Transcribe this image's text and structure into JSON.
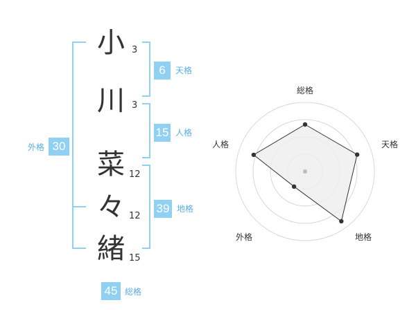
{
  "name": {
    "chars": [
      {
        "char": "小",
        "strokes": "3"
      },
      {
        "char": "川",
        "strokes": "3"
      },
      {
        "char": "菜",
        "strokes": "12"
      },
      {
        "char": "々",
        "strokes": "12"
      },
      {
        "char": "緒",
        "strokes": "15"
      }
    ]
  },
  "fortunes": {
    "tenkaku": {
      "value": "6",
      "label": "天格"
    },
    "jinkaku": {
      "value": "15",
      "label": "人格"
    },
    "chikaku": {
      "value": "39",
      "label": "地格"
    },
    "gaikaku": {
      "value": "30",
      "label": "外格"
    },
    "soukaku": {
      "value": "45",
      "label": "総格"
    }
  },
  "radar": {
    "axes": [
      "総格",
      "天格",
      "地格",
      "外格",
      "人格"
    ],
    "values": [
      0.68,
      0.79,
      0.89,
      0.27,
      0.78
    ],
    "colors": {
      "ring": "#d8d8d8",
      "fill": "#eeeeee",
      "line": "#333333",
      "dot": "#333333",
      "center": "#bbbbbb"
    }
  },
  "colors": {
    "accent": "#8fd0f3",
    "label": "#5aaee0"
  }
}
